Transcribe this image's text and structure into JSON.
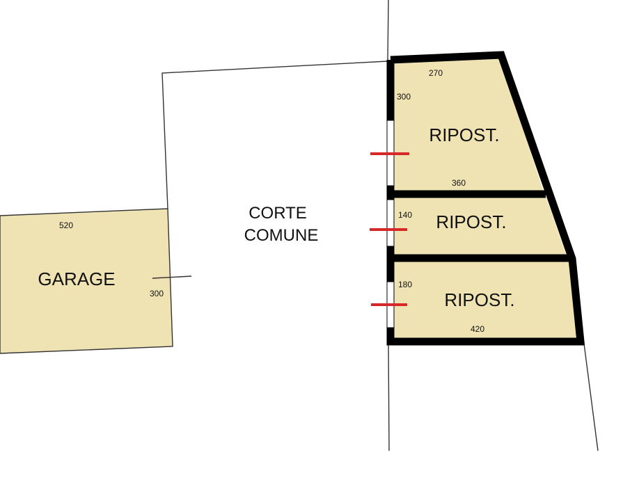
{
  "colors": {
    "room_fill": "#efe3b4",
    "wall": "#000000",
    "thin_line": "#333333",
    "door_mark": "#d62828",
    "background": "#ffffff"
  },
  "areas": {
    "courtyard": {
      "line1": "CORTE",
      "line2": "COMUNE"
    }
  },
  "rooms": {
    "garage": {
      "label": "GARAGE",
      "width": "520",
      "depth": "300"
    },
    "storage_top": {
      "label": "RIPOST.",
      "top": "270",
      "side": "300",
      "bottom": "360"
    },
    "storage_middle": {
      "label": "RIPOST.",
      "side": "140"
    },
    "storage_bottom": {
      "label": "RIPOST.",
      "side": "180",
      "bottom": "420"
    }
  }
}
